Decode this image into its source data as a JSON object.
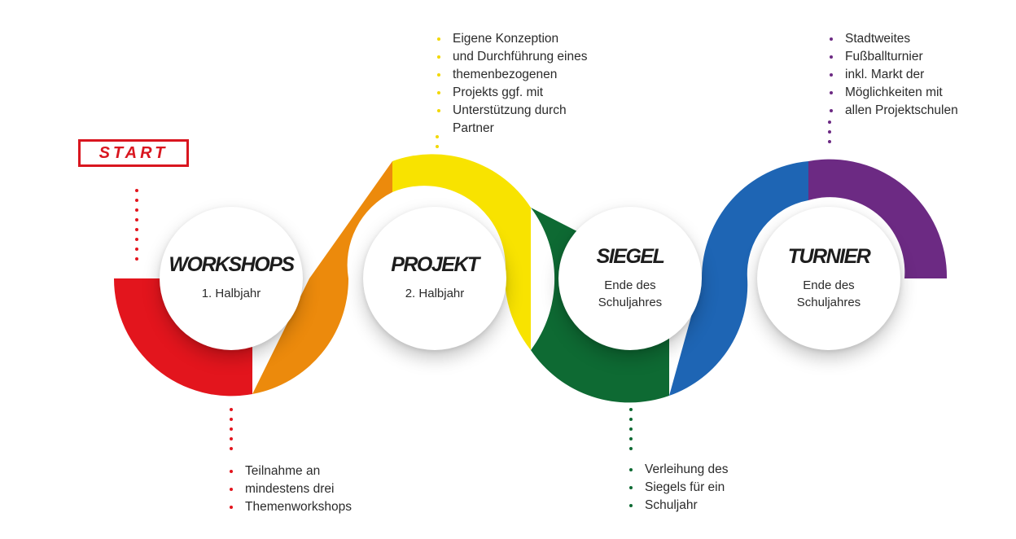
{
  "start_label": "START",
  "colors": {
    "red": "#e3151d",
    "orange": "#ec8a0c",
    "yellow": "#f8e300",
    "green": "#0e6a33",
    "blue": "#1e65b4",
    "purple": "#6c2a83"
  },
  "steps": [
    {
      "title": "WORKSHOPS",
      "subtitle": "1. Halbjahr"
    },
    {
      "title": "PROJEKT",
      "subtitle": "2. Halbjahr"
    },
    {
      "title": "SIEGEL",
      "subtitle": "Ende des\nSchuljahres"
    },
    {
      "title": "TURNIER",
      "subtitle": "Ende des\nSchuljahres"
    }
  ],
  "notes": {
    "workshops": [
      "Teilnahme an",
      "mindestens drei",
      "Themenworkshops"
    ],
    "projekt": [
      "Eigene Konzeption",
      "und Durchführung eines",
      "themenbezogenen",
      "Projekts ggf. mit",
      "Unterstützung durch",
      "Partner"
    ],
    "siegel": [
      "Verleihung des",
      "Siegels für ein",
      "Schuljahr"
    ],
    "turnier": [
      "Stadtweites",
      "Fußballturnier",
      "inkl. Markt der",
      "Möglichkeiten mit",
      "allen Projektschulen"
    ]
  }
}
